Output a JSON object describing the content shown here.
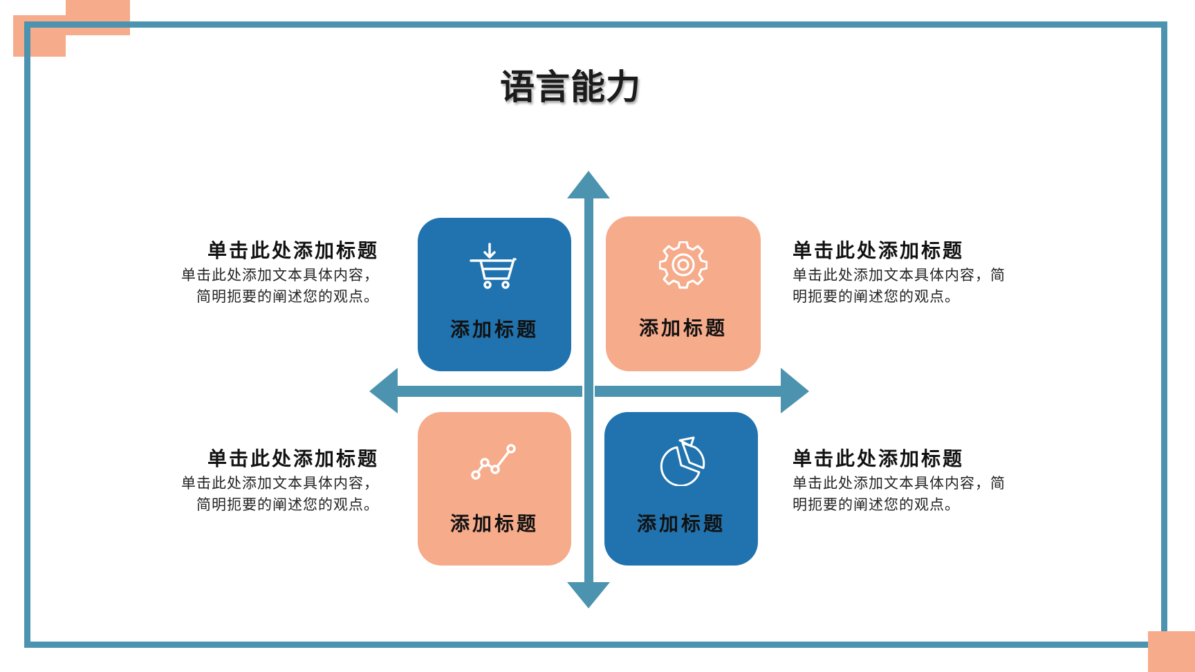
{
  "title": "语言能力",
  "colors": {
    "frame": "#4b93ae",
    "accent": "#f6ab8b",
    "tile_blue": "#2073ae",
    "tile_peach": "#f6ab8b",
    "axis": "#4b93ae"
  },
  "tiles": [
    {
      "label": "添加标题",
      "icon": "shopping-cart-icon",
      "color": "blue"
    },
    {
      "label": "添加标题",
      "icon": "gear-icon",
      "color": "peach"
    },
    {
      "label": "添加标题",
      "icon": "line-chart-icon",
      "color": "peach"
    },
    {
      "label": "添加标题",
      "icon": "pie-chart-icon",
      "color": "blue"
    }
  ],
  "notes": [
    {
      "title": "单击此处添加标题",
      "body_line1": "单击此处添加文本具体内容，",
      "body_line2": "简明扼要的阐述您的观点。"
    },
    {
      "title": "单击此处添加标题",
      "body_line1": "单击此处添加文本具体内容，简",
      "body_line2": "明扼要的阐述您的观点。"
    },
    {
      "title": "单击此处添加标题",
      "body_line1": "单击此处添加文本具体内容，",
      "body_line2": "简明扼要的阐述您的观点。"
    },
    {
      "title": "单击此处添加标题",
      "body_line1": "单击此处添加文本具体内容，简",
      "body_line2": "明扼要的阐述您的观点。"
    }
  ]
}
